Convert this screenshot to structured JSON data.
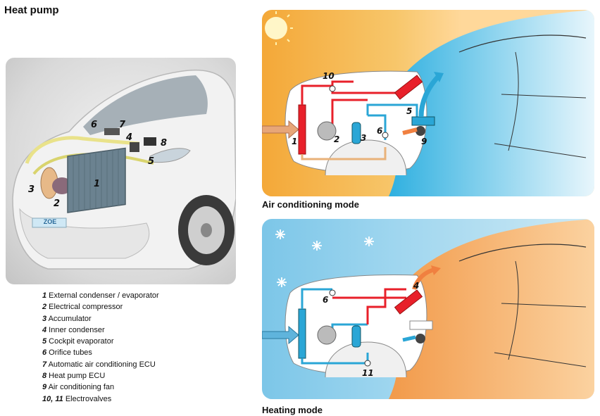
{
  "title": "Heat pump",
  "photo": {
    "labels": [
      "1",
      "2",
      "3",
      "4",
      "5",
      "6",
      "7",
      "8"
    ],
    "plate_text": "ZOE"
  },
  "legend": [
    {
      "num": "1",
      "text": " External condenser / evaporator"
    },
    {
      "num": "2",
      "text": " Electrical compressor"
    },
    {
      "num": "3",
      "text": " Accumulator"
    },
    {
      "num": "4",
      "text": " Inner condenser"
    },
    {
      "num": "5",
      "text": " Cockpit evaporator"
    },
    {
      "num": "6",
      "text": " Orifice tubes"
    },
    {
      "num": "7",
      "text": " Automatic air conditioning ECU"
    },
    {
      "num": "8",
      "text": " Heat pump ECU"
    },
    {
      "num": "9",
      "text": " Air conditioning fan"
    },
    {
      "num": "10, 11",
      "text": " Electrovalves"
    }
  ],
  "ac_mode": {
    "caption": "Air conditioning mode",
    "labels": [
      "10",
      "1",
      "2",
      "3",
      "6",
      "5",
      "9"
    ],
    "icon": "sun-icon",
    "colors": {
      "hot": "#e8202a",
      "cold": "#2aa6d6",
      "bg_warm": "#f4a838"
    }
  },
  "heat_mode": {
    "caption": "Heating mode",
    "labels": [
      "6",
      "4",
      "11"
    ],
    "icon": "snowflake-icon",
    "colors": {
      "hot": "#e8202a",
      "cold": "#2aa6d6",
      "bg_cold": "#7cc6e8"
    }
  }
}
